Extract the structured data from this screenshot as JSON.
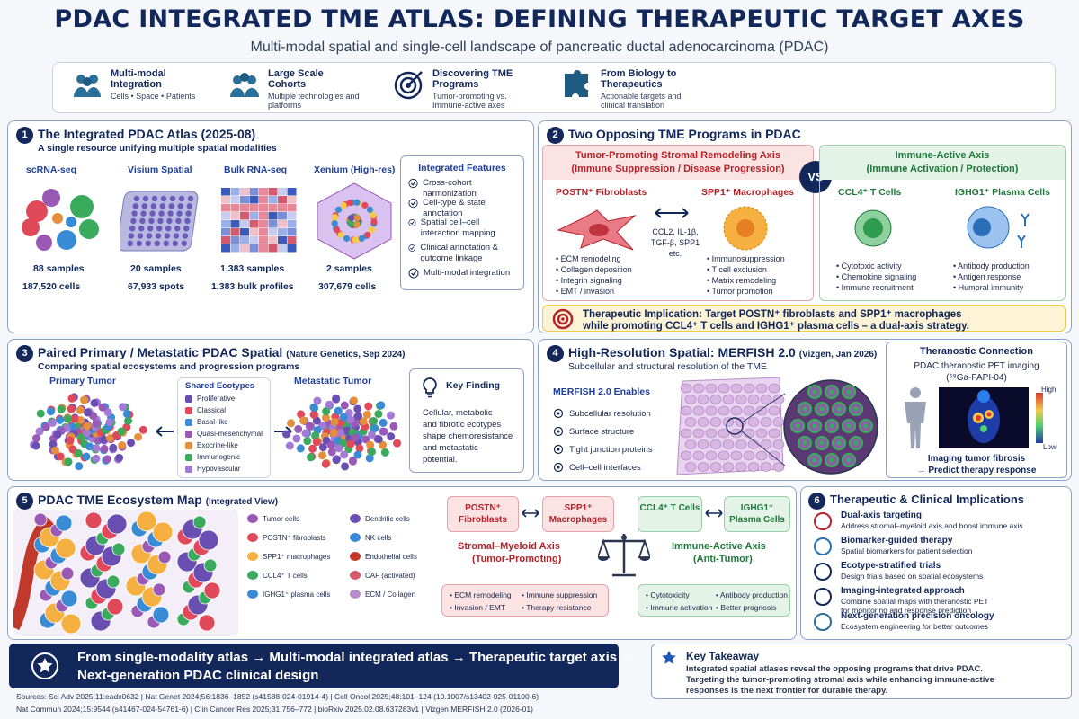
{
  "header": {
    "title": "PDAC INTEGRATED TME ATLAS: DEFINING THERAPEUTIC TARGET AXES",
    "subtitle": "Multi-modal spatial and single-cell landscape of pancreatic ductal adenocarcinoma (PDAC)"
  },
  "pills": [
    {
      "title": "Multi-modal Integration",
      "desc": "Cells • Space • Patients",
      "icon": "people-icon"
    },
    {
      "title": "Large Scale Cohorts",
      "desc": "Multiple technologies and platforms",
      "icon": "group-icon"
    },
    {
      "title": "Discovering TME Programs",
      "desc": "Tumor-promoting vs. Immune-active axes",
      "icon": "target-icon"
    },
    {
      "title": "From Biology to Therapeutics",
      "desc": "Actionable targets and clinical translation",
      "icon": "puzzle-icon"
    }
  ],
  "p1": {
    "num": "1",
    "title": "The Integrated PDAC Atlas (2025-08)",
    "sub": "A single resource unifying multiple spatial modalities",
    "mods": [
      {
        "name": "scRNA-seq",
        "s1": "88 samples",
        "s2": "187,520 cells"
      },
      {
        "name": "Visium Spatial",
        "s1": "20 samples",
        "s2": "67,933 spots"
      },
      {
        "name": "Bulk RNA-seq",
        "s1": "1,383 samples",
        "s2": "1,383 bulk profiles"
      },
      {
        "name": "Xenium (High-res)",
        "s1": "2 samples",
        "s2": "307,679 cells"
      }
    ],
    "feat_title": "Integrated Features",
    "features": [
      "Cross-cohort harmonization",
      "Cell-type & state annotation",
      "Spatial cell–cell interaction mapping",
      "Clinical annotation & outcome linkage",
      "Multi-modal integration"
    ]
  },
  "p2": {
    "num": "2",
    "title": "Two Opposing TME Programs in PDAC",
    "left_title": "Tumor-Promoting Stromal Remodeling Axis",
    "left_sub": "(Immune Suppression / Disease Progression)",
    "right_title": "Immune-Active Axis",
    "right_sub": "(Immune Activation / Protection)",
    "vs": "VS",
    "cells": [
      {
        "name": "POSTN⁺ Fibroblasts",
        "bullets": [
          "ECM remodeling",
          "Collagen deposition",
          "Integrin signaling",
          "EMT / invasion"
        ]
      },
      {
        "name": "SPP1⁺ Macrophages",
        "bullets": [
          "Immunosuppression",
          "T cell exclusion",
          "Matrix remodeling",
          "Tumor promotion"
        ]
      },
      {
        "name": "CCL4⁺ T Cells",
        "bullets": [
          "Cytotoxic activity",
          "Chemokine signaling",
          "Immune recruitment"
        ]
      },
      {
        "name": "IGHG1⁺ Plasma Cells",
        "bullets": [
          "Antibody production",
          "Antigen response",
          "Humoral immunity"
        ]
      }
    ],
    "signals": [
      "CCL2, IL-1β,",
      "TGF-β, SPP1",
      "etc."
    ],
    "implication1": "Therapeutic Implication: Target POSTN⁺ fibroblasts and SPP1⁺ macrophages",
    "implication2": "while promoting CCL4⁺ T cells and IGHG1⁺ plasma cells – a dual-axis strategy."
  },
  "p3": {
    "num": "3",
    "title": "Paired Primary / Metastatic PDAC Spatial",
    "title_note": "(Nature Genetics, Sep 2024)",
    "sub": "Comparing spatial ecosystems and progression programs",
    "primary": "Primary Tumor",
    "metastatic": "Metastatic Tumor",
    "eco_title": "Shared Ecotypes",
    "ecotypes": [
      {
        "name": "Proliferative",
        "color": "#6a4fb3"
      },
      {
        "name": "Classical",
        "color": "#e0495a"
      },
      {
        "name": "Basal-like",
        "color": "#3a8bd6"
      },
      {
        "name": "Quasi-mesenchymal",
        "color": "#9b59b6"
      },
      {
        "name": "Exocrine-like",
        "color": "#e58e3c"
      },
      {
        "name": "Immunogenic",
        "color": "#3aaa5c"
      },
      {
        "name": "Hypovascular",
        "color": "#a37bd6"
      }
    ],
    "kf_title": "Key Finding",
    "kf_text": [
      "Cellular, metabolic",
      "and fibrotic ecotypes",
      "shape chemoresistance",
      "and metastatic",
      "potential."
    ]
  },
  "p4": {
    "num": "4",
    "title": "High-Resolution Spatial: MERFISH 2.0",
    "title_note": "(Vizgen, Jan 2026)",
    "sub": "Subcellular and structural resolution of the TME",
    "enables_title": "MERFISH 2.0 Enables",
    "enables": [
      "Subcellular resolution",
      "Surface structure",
      "Tight junction proteins",
      "Cell–cell interfaces"
    ],
    "thera_title": "Theranostic Connection",
    "thera_sub": "PDAC theranostic PET imaging",
    "thera_agent": "(⁶⁸Ga-FAPI-04)",
    "high": "High",
    "low": "Low",
    "thera_foot1": "Imaging tumor fibrosis",
    "thera_foot2": "→ Predict therapy response"
  },
  "p5": {
    "num": "5",
    "title": "PDAC TME Ecosystem Map",
    "title_note": "(Integrated View)",
    "legend1": [
      "Tumor cells",
      "POSTN⁺ fibroblasts",
      "SPP1⁺ macrophages",
      "CCL4⁺ T cells",
      "IGHG1⁺ plasma cells"
    ],
    "legend2": [
      "Dendritic cells",
      "NK cells",
      "Endothelial cells",
      "CAF (activated)",
      "ECM / Collagen"
    ],
    "boxes": [
      "POSTN⁺ Fibroblasts",
      "SPP1⁺ Macrophages",
      "CCL4⁺ T Cells",
      "IGHG1⁺ Plasma Cells"
    ],
    "axis_left": "Stromal–Myeloid Axis",
    "axis_left_sub": "(Tumor-Promoting)",
    "axis_right": "Immune-Active Axis",
    "axis_right_sub": "(Anti-Tumor)",
    "left_bullets": [
      "ECM remodeling",
      "Invasion / EMT",
      "Immune suppression",
      "Therapy resistance"
    ],
    "right_bullets": [
      "Cytotoxicity",
      "Immune activation",
      "Antibody production",
      "Better prognosis"
    ]
  },
  "p6": {
    "num": "6",
    "title": "Therapeutic & Clinical Implications",
    "items": [
      {
        "t": "Dual-axis targeting",
        "d": "Address stromal–myeloid axis and boost immune axis",
        "icon": "target-icon"
      },
      {
        "t": "Biomarker-guided therapy",
        "d": "Spatial biomarkers for patient selection",
        "icon": "pill-icon"
      },
      {
        "t": "Ecotype-stratified trials",
        "d": "Design trials based on spatial ecosystems",
        "icon": "bar-chart-icon"
      },
      {
        "t": "Imaging-integrated approach",
        "d": "Combine spatial maps with theranostic PET",
        "d2": "for monitoring and response prediction",
        "icon": "magnifier-icon"
      },
      {
        "t": "Next-generation precision oncology",
        "d": "Ecosystem engineering for better outcomes",
        "icon": "people-icon"
      }
    ]
  },
  "banner": {
    "line1": "From single-modality atlas → Multi-modal integrated atlas → Therapeutic target axis →",
    "line2": "Next-generation PDAC clinical design"
  },
  "takeaway": {
    "title": "Key Takeaway",
    "lines": [
      "Integrated spatial atlases reveal the opposing programs that drive PDAC.",
      "Targeting the tumor-promoting stromal axis while enhancing immune-active",
      "responses is the next frontier for durable therapy."
    ]
  },
  "sources": {
    "line1": "Sources:  Sci Adv 2025;11:eadx0632   |   Nat Genet 2024;56:1836–1852 (s41588-024-01914-4)   |   Cell Oncol 2025;48:101–124 (10.1007/s13402-025-01100-6)",
    "line2": "Nat Commun 2024;15:9544 (s41467-024-54761-6)   |   Clin Cancer Res 2025;31:756–772   |   bioRxiv 2025.02.08.637283v1   |   Vizgen MERFISH 2.0 (2026-01)"
  },
  "colors": {
    "navy": "#13285a",
    "red": "#b4232a",
    "green": "#1f7a3a",
    "accent": "#f3c84b"
  }
}
